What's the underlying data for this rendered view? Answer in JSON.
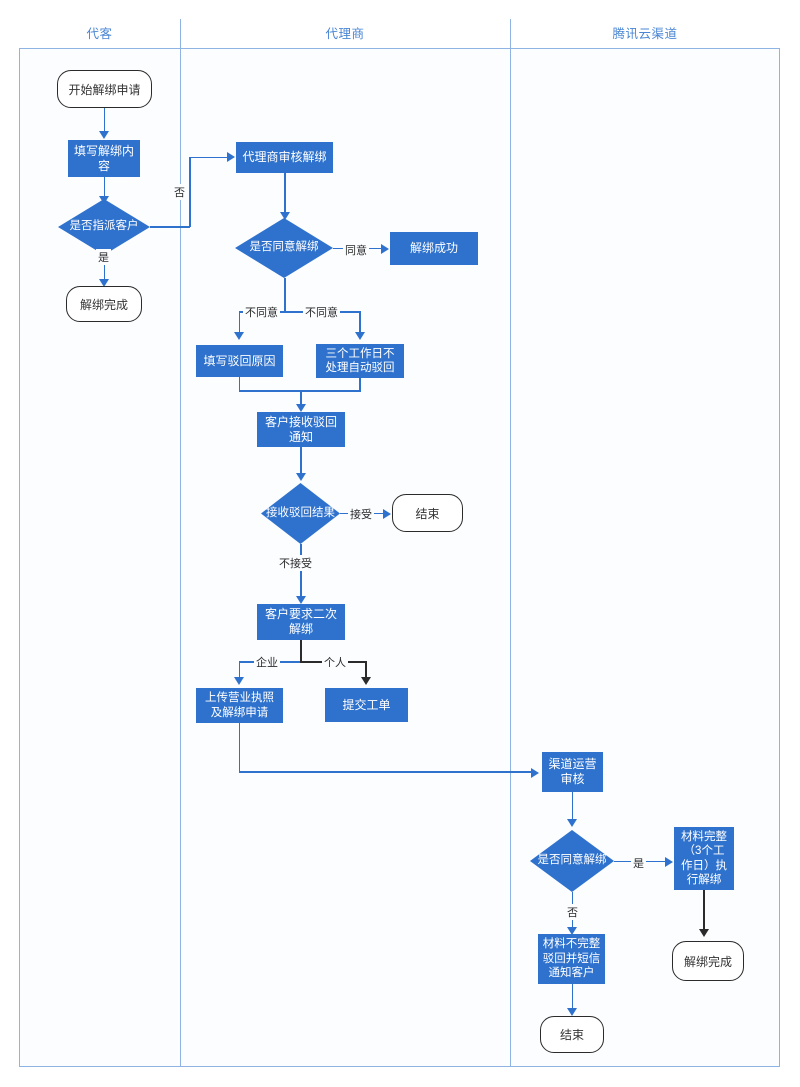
{
  "lanes": [
    {
      "id": "customer",
      "title": "代客"
    },
    {
      "id": "agent",
      "title": "代理商"
    },
    {
      "id": "tencent",
      "title": "腾讯云渠道"
    }
  ],
  "colors": {
    "process_fill": "#2f72cd",
    "lane_border": "#8fb4e3",
    "lane_title": "#4a86d4",
    "terminator_border": "#2b2b2b",
    "connector": "#2f72cd",
    "connector_alt": "#2b2b2b",
    "canvas": "#fbfdff"
  },
  "nodes": {
    "start_apply": {
      "label": "开始解绑申请",
      "shape": "terminator"
    },
    "fill_unbind": {
      "label": "填写解绑内容",
      "shape": "process"
    },
    "assign_customer": {
      "label": "是否指派客户",
      "shape": "decision"
    },
    "unbind_done_left": {
      "label": "解绑完成",
      "shape": "terminator"
    },
    "agent_review": {
      "label": "代理商审核解绑",
      "shape": "process"
    },
    "agree_unbind": {
      "label": "是否同意解绑",
      "shape": "decision"
    },
    "unbind_success": {
      "label": "解绑成功",
      "shape": "process"
    },
    "fill_reject_reason": {
      "label": "填写驳回原因",
      "shape": "process"
    },
    "auto_reject": {
      "label": "三个工作日不处理自动驳回",
      "shape": "process"
    },
    "customer_receive_reject": {
      "label": "客户接收驳回通知",
      "shape": "process"
    },
    "reject_result": {
      "label": "接收驳回结果",
      "shape": "decision"
    },
    "end_agent": {
      "label": "结束",
      "shape": "terminator"
    },
    "second_unbind": {
      "label": "客户要求二次解绑",
      "shape": "process"
    },
    "upload_license": {
      "label": "上传营业执照及解绑申请",
      "shape": "process"
    },
    "submit_ticket": {
      "label": "提交工单",
      "shape": "process"
    },
    "channel_review": {
      "label": "渠道运营审核",
      "shape": "process"
    },
    "channel_agree": {
      "label": "是否同意解绑",
      "shape": "decision"
    },
    "material_complete": {
      "label": "材料完整（3个工作日）执行解绑",
      "shape": "process"
    },
    "material_incomplete": {
      "label": "材料不完整驳回并短信通知客户",
      "shape": "process"
    },
    "unbind_done_right": {
      "label": "解绑完成",
      "shape": "terminator"
    },
    "end_right": {
      "label": "结束",
      "shape": "terminator"
    }
  },
  "edge_labels": {
    "no_assign": "否",
    "yes_assign": "是",
    "agree": "同意",
    "disagree_left": "不同意",
    "disagree_right": "不同意",
    "accept": "接受",
    "not_accept": "不接受",
    "enterprise": "企业",
    "personal": "个人",
    "channel_yes": "是",
    "channel_no": "否"
  }
}
